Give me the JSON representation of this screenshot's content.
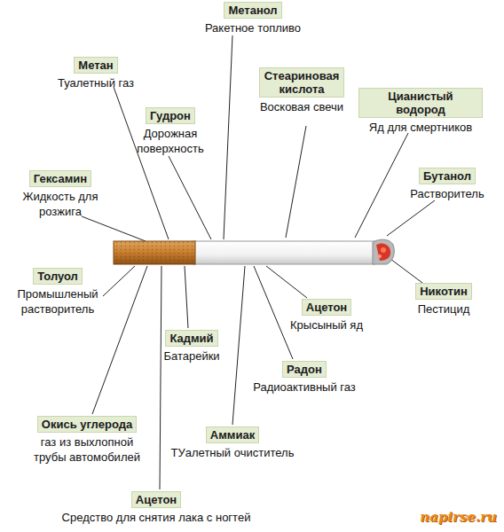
{
  "diagram": {
    "nodes": [
      {
        "text": [
          "Метанол",
          "Ракетное топливо"
        ]
      },
      {
        "text": [
          "Метан",
          "Туалетный газ"
        ]
      },
      {
        "text": [
          "Стеариновая кислота",
          "Восковая свечи"
        ]
      },
      {
        "text": [
          "Цианистый водород",
          "Яд для смертников"
        ]
      },
      {
        "text": [
          "Гудрон",
          "Дорожная поверхность"
        ]
      },
      {
        "text": [
          "Гексамин",
          "Жидкость для розжига"
        ]
      },
      {
        "text": [
          "Бутанол",
          "Растворитель"
        ]
      },
      {
        "text": [
          "Толуол",
          "Промышленый растворитель"
        ]
      },
      {
        "text": [
          "Никотин",
          "Пестицид"
        ]
      },
      {
        "text": [
          "Ацетон",
          "Крысыный яд"
        ]
      },
      {
        "text": [
          "Кадмий",
          "Батарейки"
        ]
      },
      {
        "text": [
          "Радон",
          "Радиоактивный газ"
        ]
      },
      {
        "text": [
          "Окись углерода",
          "газ из выхлопной трубы автомобилей"
        ]
      },
      {
        "text": [
          "Аммиак",
          "ТУалетный очиститель"
        ]
      },
      {
        "text": [
          "Ацетон",
          "Средство для снятия лака с ногтей"
        ]
      }
    ],
    "labels": [
      "napirse.ru"
    ]
  }
}
